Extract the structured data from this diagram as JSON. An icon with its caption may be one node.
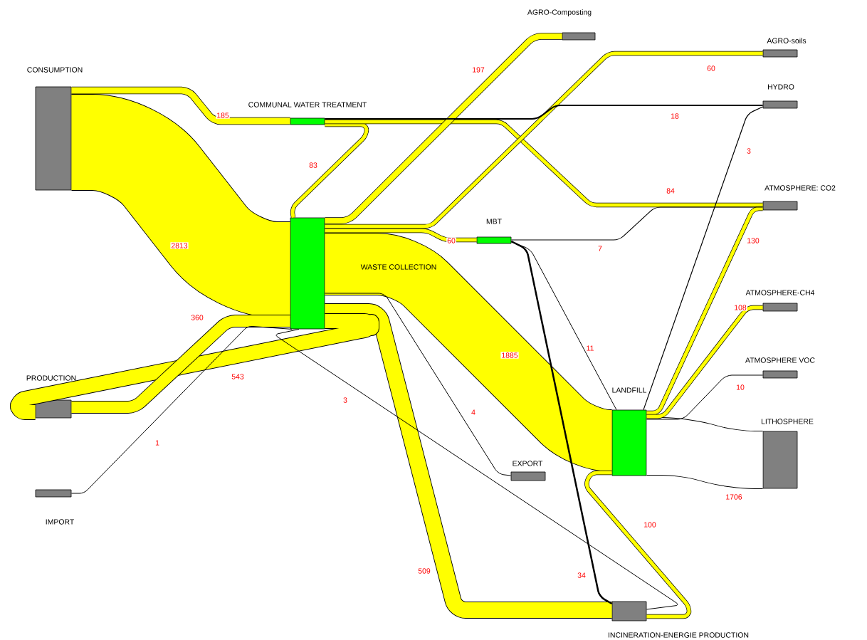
{
  "diagram": {
    "nodes": [
      {
        "text": [
          "CONSUMPTION"
        ]
      },
      {
        "text": [
          "COMMUNAL WATER TREATMENT"
        ]
      },
      {
        "text": [
          "WASTE COLLECTION"
        ]
      },
      {
        "text": [
          "AGRO-Composting"
        ]
      },
      {
        "text": [
          "AGRO-soils"
        ]
      },
      {
        "text": [
          "HYDRO"
        ]
      },
      {
        "text": [
          "ATMOSPHERE: CO2"
        ]
      },
      {
        "text": [
          "MBT"
        ]
      },
      {
        "text": [
          "ATMOSPHERE-CH4"
        ]
      },
      {
        "text": [
          "ATMOSPHERE VOC"
        ]
      },
      {
        "text": [
          "LANDFILL"
        ]
      },
      {
        "text": [
          "LITHOSPHERE"
        ]
      },
      {
        "text": [
          "PRODUCTION"
        ]
      },
      {
        "text": [
          "EXPORT"
        ]
      },
      {
        "text": [
          "IMPORT"
        ]
      },
      {
        "text": [
          "INCINERATION-ENERGIE PRODUCTION"
        ]
      }
    ],
    "edges": [
      {
        "from": 0,
        "to": 1,
        "arrow": "none",
        "label": "185"
      },
      {
        "from": 0,
        "to": 2,
        "arrow": "none",
        "label": "2813",
        "style": "thick"
      },
      {
        "from": 1,
        "to": 2,
        "arrow": "none",
        "label": "83"
      },
      {
        "from": 1,
        "to": 5,
        "arrow": "none",
        "label": "18",
        "color": "#000000"
      },
      {
        "from": 1,
        "to": 6,
        "arrow": "none",
        "label": "84"
      },
      {
        "from": 2,
        "to": 3,
        "arrow": "none",
        "label": "197"
      },
      {
        "from": 2,
        "to": 4,
        "arrow": "none",
        "label": "60"
      },
      {
        "from": 2,
        "to": 7,
        "arrow": "none",
        "label": "60"
      },
      {
        "from": 7,
        "to": 6,
        "arrow": "none",
        "label": "7",
        "color": "#000000"
      },
      {
        "from": 7,
        "to": 10,
        "arrow": "none",
        "label": "11",
        "color": "#000000"
      },
      {
        "from": 7,
        "to": 15,
        "arrow": "none",
        "label": "34",
        "color": "#000000"
      },
      {
        "from": 2,
        "to": 10,
        "arrow": "none",
        "label": "1885",
        "style": "thick"
      },
      {
        "from": 2,
        "to": 13,
        "arrow": "none",
        "label": "4",
        "color": "#000000"
      },
      {
        "from": 2,
        "to": 15,
        "arrow": "none",
        "label": "509",
        "style": "thick"
      },
      {
        "from": 2,
        "to": 12,
        "arrow": "none",
        "label": "543",
        "style": "thick"
      },
      {
        "from": 12,
        "to": 2,
        "arrow": "none",
        "label": "360",
        "style": "thick"
      },
      {
        "from": 14,
        "to": 2,
        "arrow": "none",
        "label": "1",
        "color": "#000000"
      },
      {
        "from": 2,
        "to": 15,
        "arrow": "none",
        "label": "3",
        "color": "#000000"
      },
      {
        "from": 10,
        "to": 5,
        "arrow": "none",
        "label": "3",
        "color": "#000000"
      },
      {
        "from": 15,
        "to": 10,
        "arrow": "none",
        "label": "100"
      },
      {
        "from": 10,
        "to": 6,
        "arrow": "none",
        "label": "130"
      },
      {
        "from": 10,
        "to": 8,
        "arrow": "none",
        "label": "108"
      },
      {
        "from": 10,
        "to": 9,
        "arrow": "none",
        "label": "10",
        "color": "#000000"
      },
      {
        "from": 10,
        "to": 11,
        "arrow": "none",
        "label": "1706",
        "color": "#000000",
        "style": "thick"
      }
    ]
  }
}
